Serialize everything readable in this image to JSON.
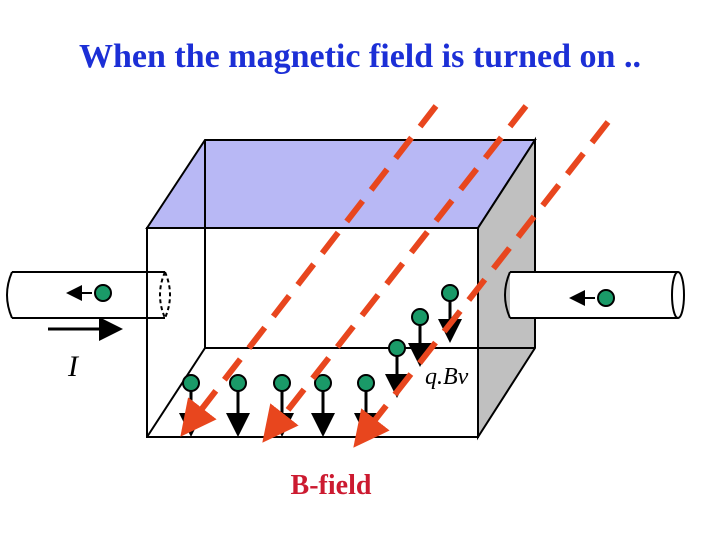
{
  "title": "When the magnetic field is turned on ..",
  "labels": {
    "current": "I",
    "force": "q.Bv",
    "field": "B-field"
  },
  "colors": {
    "title": "#1c2fd6",
    "field_lines": "#e8461e",
    "field_label": "#cc1a30",
    "box_top": "#b8b8f5",
    "box_side": "#c0c0c0",
    "charge": "#1a9a68"
  }
}
